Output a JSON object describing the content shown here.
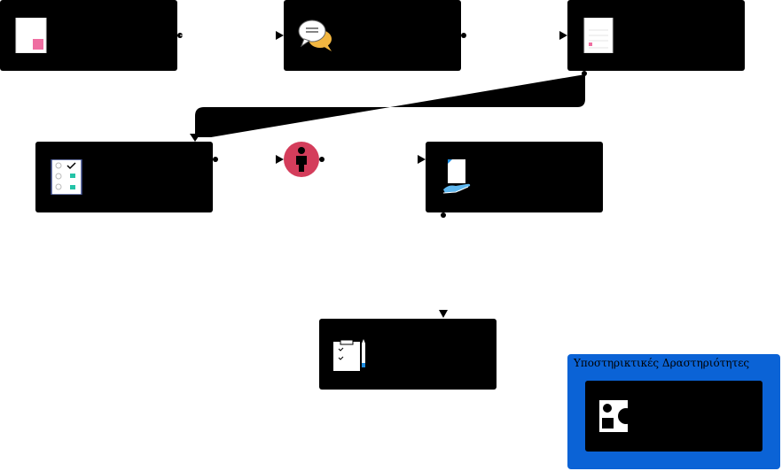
{
  "diagram": {
    "nodes": [
      {
        "id": "n1",
        "label": "",
        "icon": "document-pink-icon"
      },
      {
        "id": "n2",
        "label": "",
        "icon": "chat-bubbles-icon"
      },
      {
        "id": "n3",
        "label": "",
        "icon": "form-document-icon"
      },
      {
        "id": "n4",
        "label": "",
        "icon": "checklist-icon"
      },
      {
        "id": "n5",
        "label": "",
        "icon": "hand-with-document-icon"
      },
      {
        "id": "n6",
        "label": "",
        "icon": "clipboard-pencil-icon"
      }
    ],
    "actor": {
      "icon": "person-icon",
      "color": "#d43d5b"
    },
    "support": {
      "title": "Υποστηρικτικές Δραστηριότητες",
      "color": "#0b63d6",
      "inner_label": "",
      "inner_icon": "shapes-icon"
    },
    "edges": [
      {
        "from": "n1",
        "to": "n2"
      },
      {
        "from": "n2",
        "to": "n3"
      },
      {
        "from": "n3",
        "to": "n4"
      },
      {
        "from": "n4",
        "to": "actor"
      },
      {
        "from": "actor",
        "to": "n5"
      },
      {
        "from": "n5",
        "to": "n6"
      }
    ]
  }
}
